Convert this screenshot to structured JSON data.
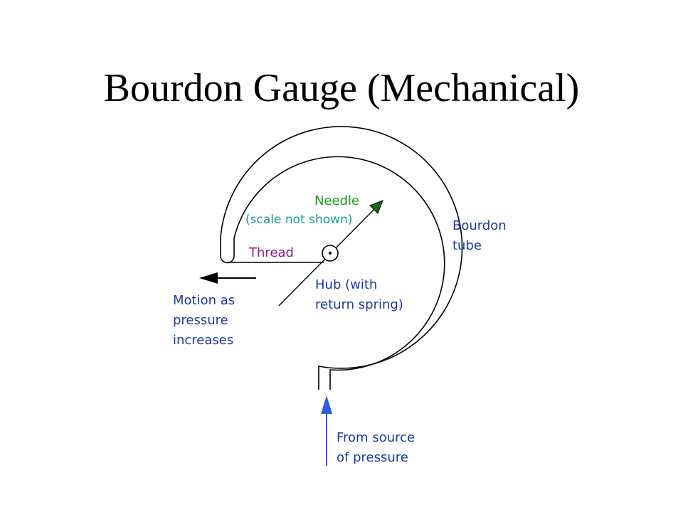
{
  "title": "Bourdon Gauge (Mechanical)",
  "labels": {
    "needle": "Needle",
    "scale_note": "(scale not shown)",
    "thread": "Thread",
    "bourdon_line1": "Bourdon",
    "bourdon_line2": "tube",
    "hub_line1": "Hub (with",
    "hub_line2": "return spring)",
    "motion_line1": "Motion as",
    "motion_line2": "pressure",
    "motion_line3": "increases",
    "source_line1": "From source",
    "source_line2": "of pressure"
  },
  "colors": {
    "needle_label": "#1a9a1a",
    "scale_label": "#1a9a9a",
    "thread_label": "#8b1a8b",
    "blue_label": "#1a3aa0",
    "source_arrow": "#2f5fd8",
    "needle_tip": "#1a6a1a",
    "ink": "#000000"
  },
  "icons": {
    "motion_arrow": "arrow-left-icon",
    "pressure_arrow": "arrow-up-icon",
    "needle_tip": "needle-arrowhead-icon",
    "hub": "hub-circle-icon"
  }
}
